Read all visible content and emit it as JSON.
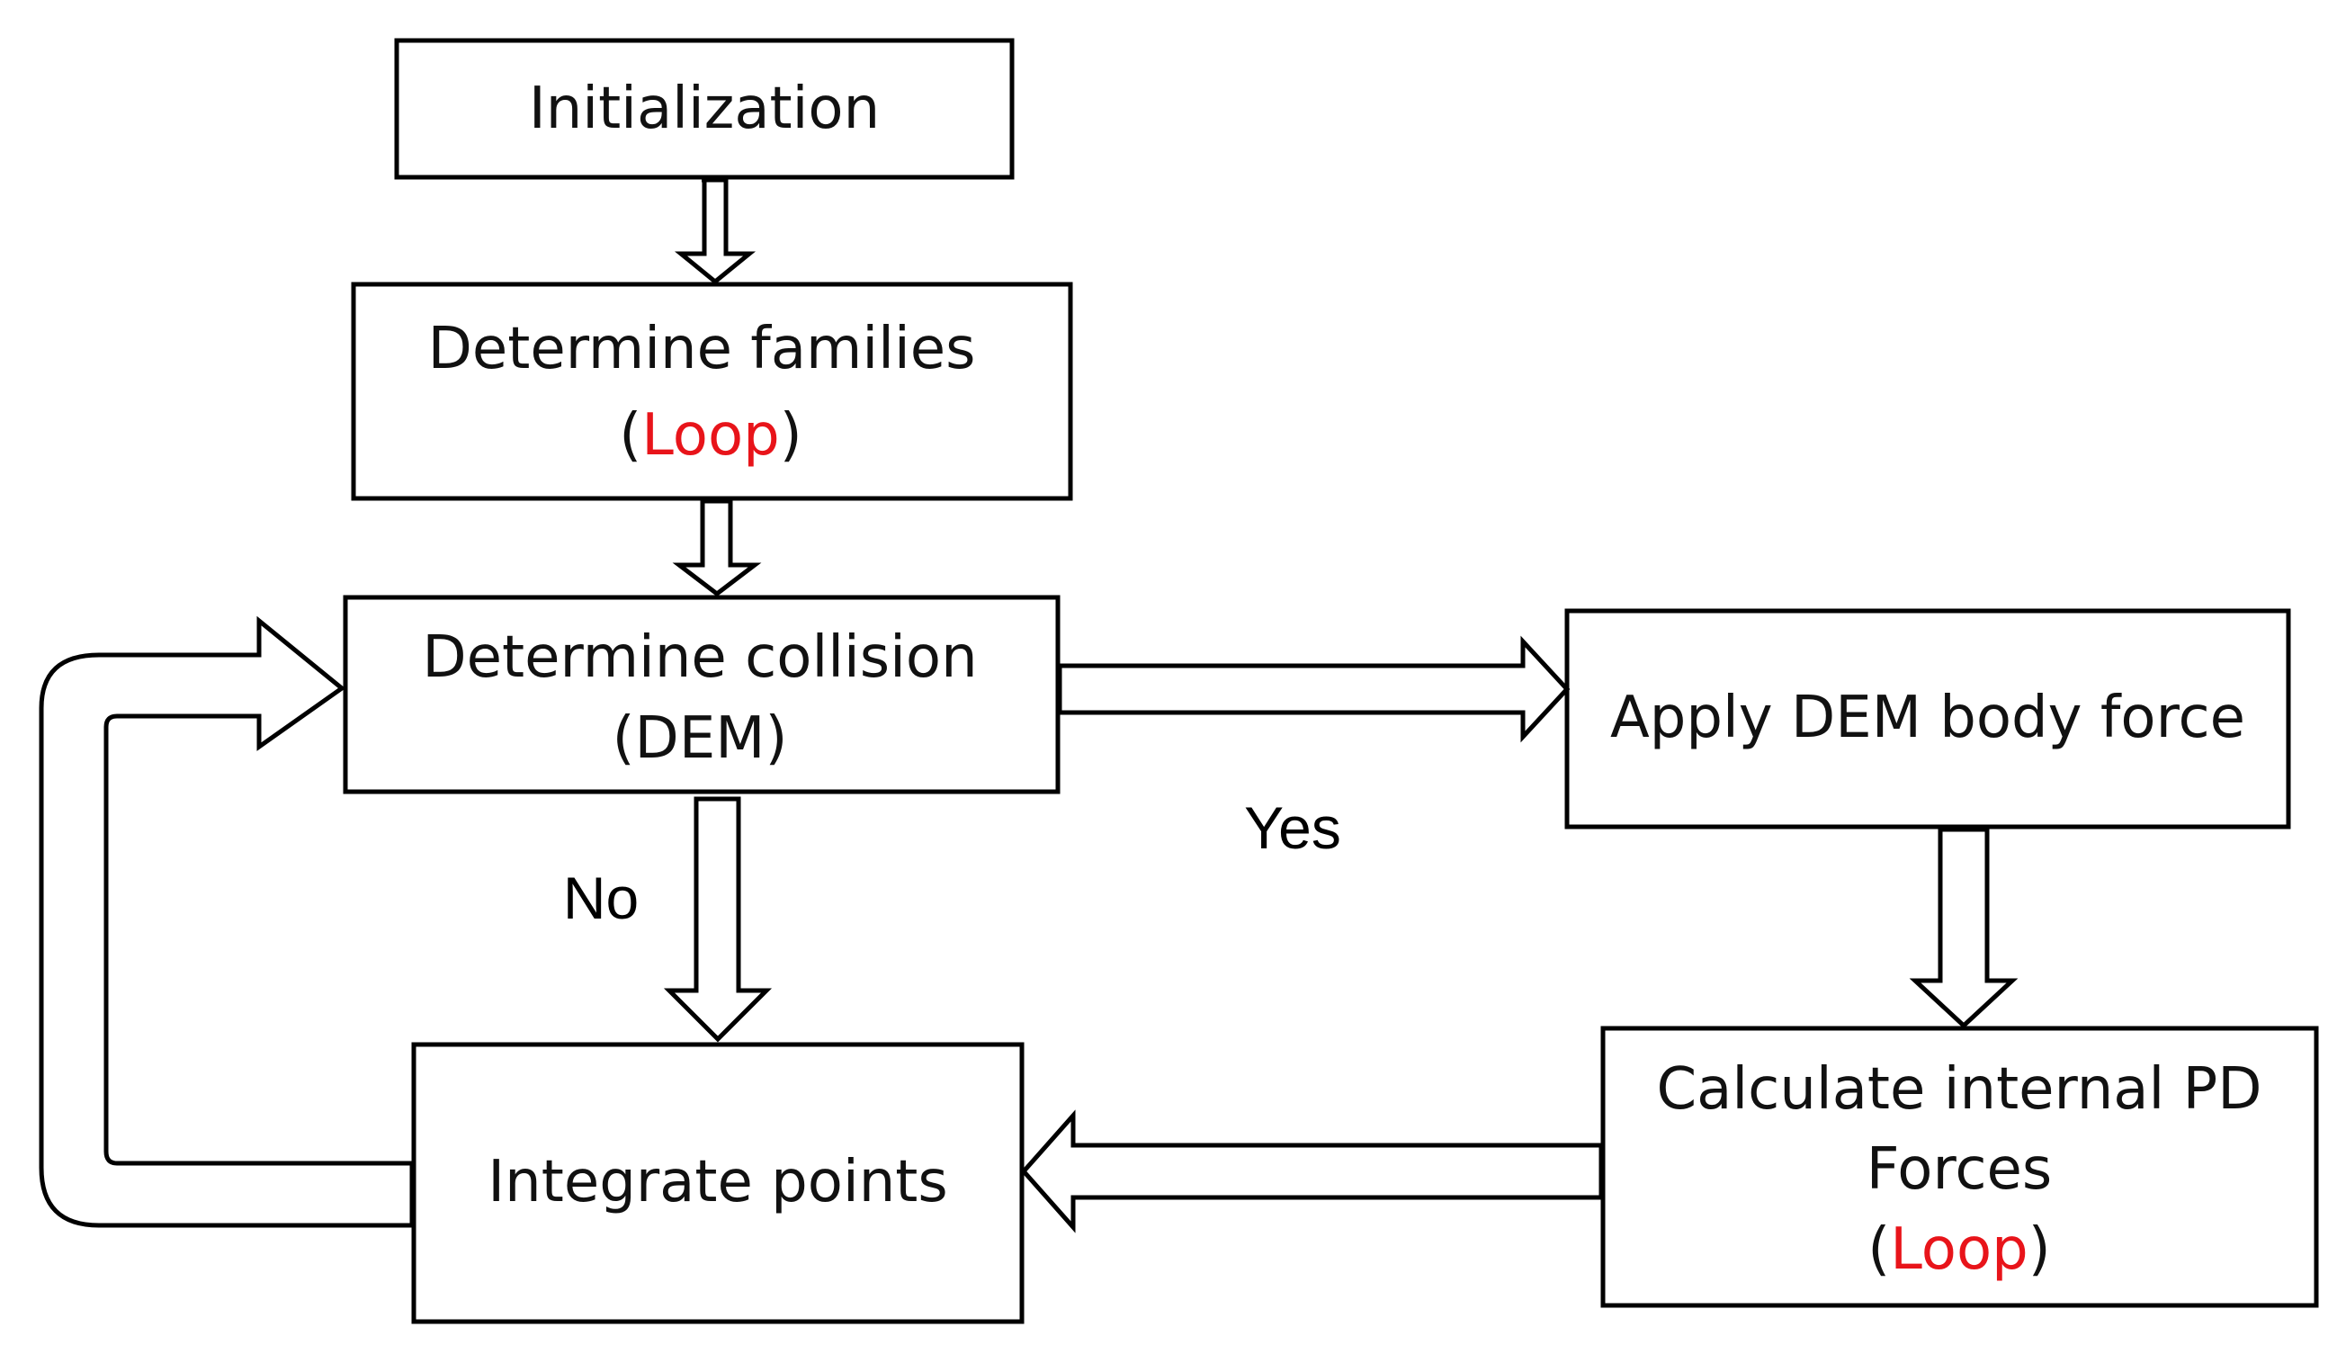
{
  "colors": {
    "stroke": "#000000",
    "fill": "#ffffff",
    "text": "#111111",
    "accent": "#e8141a"
  },
  "nodes": {
    "initialization": {
      "line1": "Initialization"
    },
    "determine_families": {
      "line1": "Determine families",
      "open_paren": "(",
      "loop": "Loop",
      "close_paren": ")"
    },
    "determine_collision": {
      "line1": "Determine collision",
      "line2": "(DEM)"
    },
    "apply_dem": {
      "line1": "Apply DEM body force"
    },
    "calculate_pd": {
      "line1": "Calculate internal PD",
      "line2": "Forces",
      "open_paren": "(",
      "loop": "Loop",
      "close_paren": ")"
    },
    "integrate_points": {
      "line1": "Integrate points"
    }
  },
  "edges": {
    "yes_label": "Yes",
    "no_label": "No"
  }
}
